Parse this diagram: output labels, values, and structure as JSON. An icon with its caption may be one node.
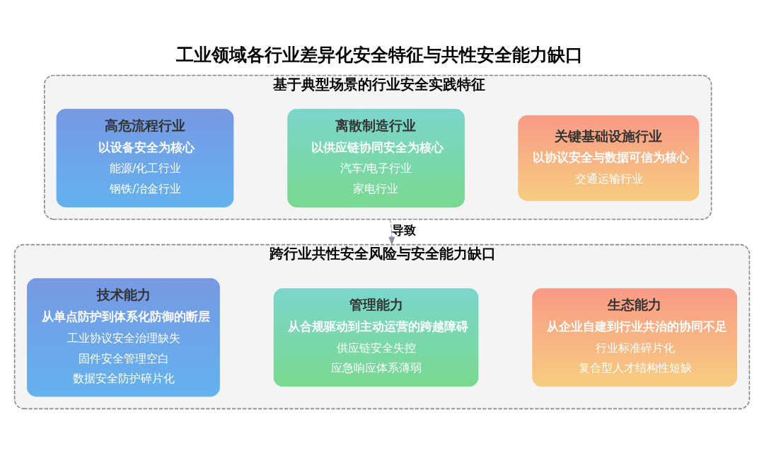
{
  "diagram": {
    "title": "工业领域各行业差异化安全特征与共性安全能力缺口",
    "nodes": [
      {
        "text": [
          "基于典型场景的行业安全实践特征"
        ]
      },
      {
        "text": [
          "高危流程行业",
          "以设备安全为核心",
          "能源/化工行业",
          "钢铁/冶金行业"
        ],
        "in": 0
      },
      {
        "text": [
          "离散制造行业",
          "以供应链协同安全为核心",
          "汽车/电子行业",
          "家电行业"
        ],
        "in": 0
      },
      {
        "text": [
          "关键基础设施行业",
          "以协议安全与数据可信为核心",
          "交通运输行业"
        ],
        "in": 0
      },
      {
        "text": [
          "跨行业共性安全风险与安全能力缺口"
        ]
      },
      {
        "text": [
          "技术能力",
          "从单点防护到体系化防御的断层",
          "工业协议安全治理缺失",
          "固件安全管理空白",
          "数据安全防护碎片化"
        ],
        "in": 4
      },
      {
        "text": [
          "管理能力",
          "从合规驱动到主动运营的跨越障碍",
          "供应链安全失控",
          "应急响应体系薄弱"
        ],
        "in": 4
      },
      {
        "text": [
          "生态能力",
          "从企业自建到行业共治的协同不足",
          "行业标准碎片化",
          "复合型人才结构性短缺"
        ],
        "in": 4
      }
    ],
    "edges": [
      {
        "from": 0,
        "to": 4,
        "arrow": "to",
        "label": "导致",
        "style": "dashed"
      }
    ]
  }
}
